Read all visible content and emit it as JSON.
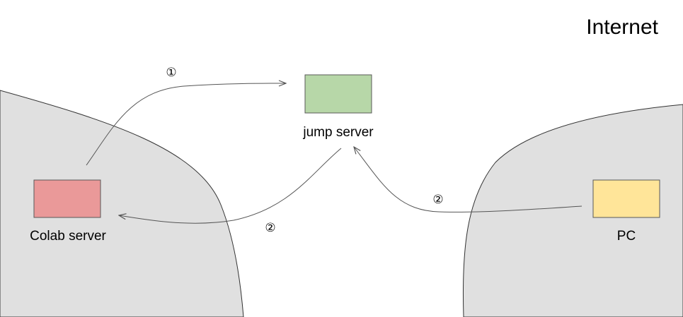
{
  "diagram": {
    "region_label": "Internet",
    "nodes": {
      "jump_server": {
        "label": "jump server",
        "color": "#b7d7a8"
      },
      "colab_server": {
        "label": "Colab server",
        "color": "#ea9999"
      },
      "pc": {
        "label": "PC",
        "color": "#ffe599"
      }
    },
    "steps": {
      "colab_to_jump": "①",
      "jump_to_colab": "②",
      "pc_to_jump": "②"
    },
    "colors": {
      "cloud_fill": "#e0e0e0",
      "cloud_stroke": "#333333",
      "arrow": "#555555",
      "node_stroke": "#595959"
    }
  }
}
